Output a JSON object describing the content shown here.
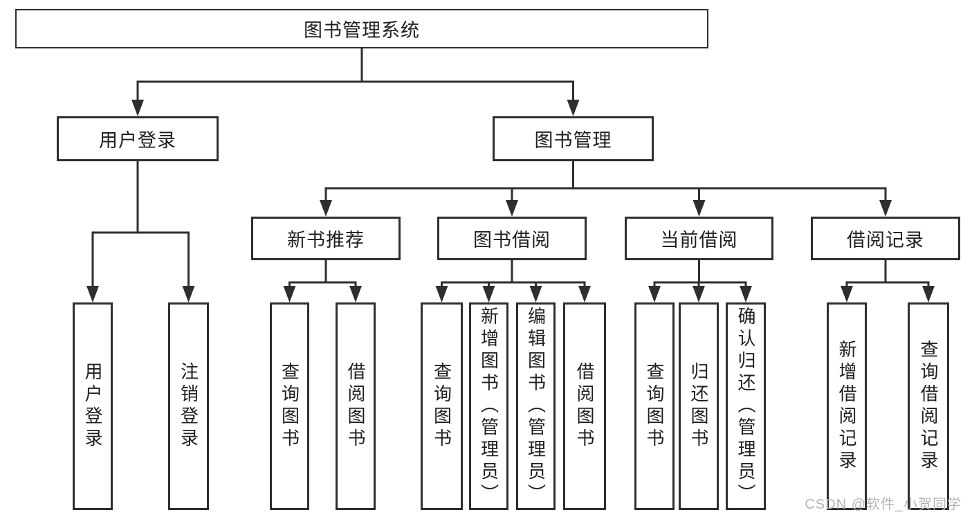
{
  "diagram_title": "图书管理系统",
  "tree": {
    "label": "图书管理系统",
    "children": [
      {
        "label": "用户登录",
        "children": [
          {
            "label": "用户登录"
          },
          {
            "label": "注销登录"
          }
        ]
      },
      {
        "label": "图书管理",
        "children": [
          {
            "label": "新书推荐",
            "children": [
              {
                "label": "查询图书"
              },
              {
                "label": "借阅图书"
              }
            ]
          },
          {
            "label": "图书借阅",
            "children": [
              {
                "label": "查询图书"
              },
              {
                "label": "新增图书（管理员）"
              },
              {
                "label": "编辑图书（管理员）"
              },
              {
                "label": "借阅图书"
              }
            ]
          },
          {
            "label": "当前借阅",
            "children": [
              {
                "label": "查询图书"
              },
              {
                "label": "归还图书"
              },
              {
                "label": "确认归还（管理员）"
              }
            ]
          },
          {
            "label": "借阅记录",
            "children": [
              {
                "label": "新增借阅记录"
              },
              {
                "label": "查询借阅记录"
              }
            ]
          }
        ]
      }
    ]
  },
  "watermark": "CSDN @软件_小贺同学",
  "colors": {
    "line": "#2e2e2e",
    "box_border": "#2e2e2e",
    "text": "#1f1f1f",
    "background": "#ffffff",
    "watermark": "#b4b4b4"
  }
}
